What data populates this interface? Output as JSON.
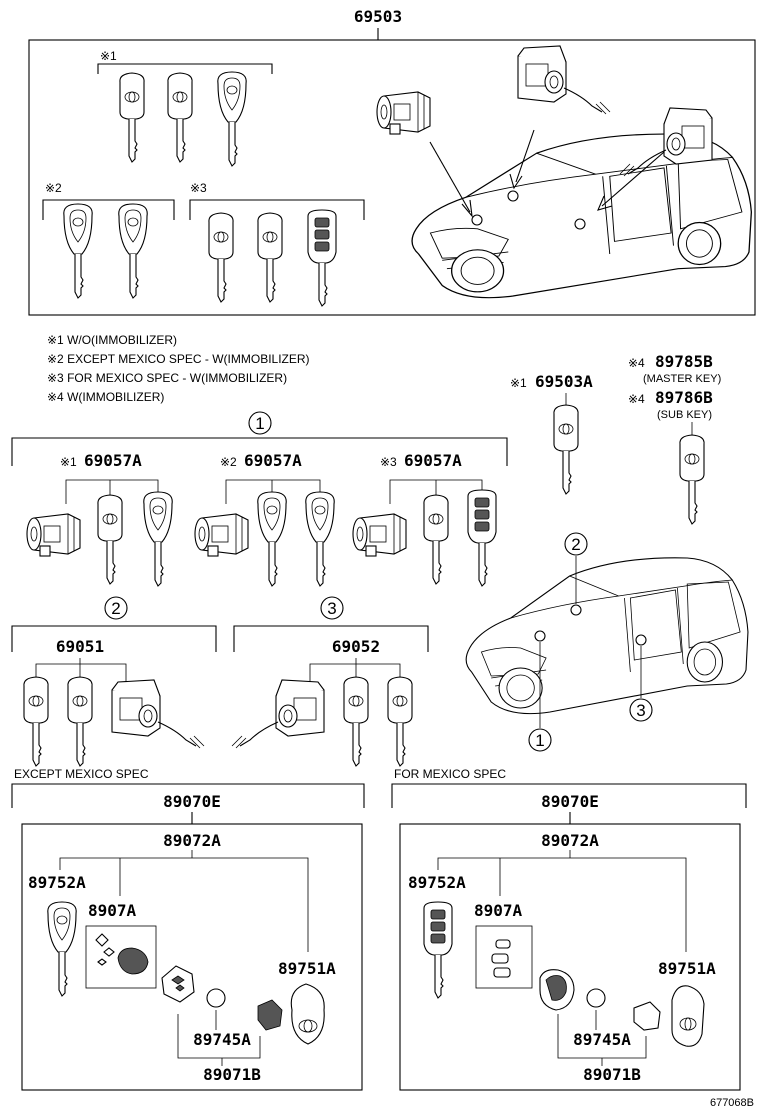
{
  "assembly": {
    "part_number": "69503"
  },
  "group_markers": {
    "m1": "※1",
    "m2": "※2",
    "m3": "※3"
  },
  "notes": [
    "※1 W/O(IMMOBILIZER)",
    "※2 EXCEPT MEXICO SPEC - W(IMMOBILIZER)",
    "※3 FOR MEXICO SPEC - W(IMMOBILIZER)",
    "※4 W(IMMOBILIZER)"
  ],
  "keys_right": {
    "master": {
      "prefix": "※4",
      "part": "89785B",
      "label": "(MASTER KEY)"
    },
    "sub": {
      "prefix": "※4",
      "part": "89786B",
      "label": "(SUB KEY)"
    },
    "blank": {
      "prefix": "※1",
      "part": "69503A"
    }
  },
  "set1": {
    "index": "1",
    "a": {
      "prefix": "※1",
      "part": "69057A"
    },
    "b": {
      "prefix": "※2",
      "part": "69057A"
    },
    "c": {
      "prefix": "※3",
      "part": "69057A"
    }
  },
  "set2": {
    "index": "2",
    "part": "69051"
  },
  "set3": {
    "index": "3",
    "part": "69052"
  },
  "car_callouts": {
    "c1": "1",
    "c2": "2",
    "c3": "3"
  },
  "transmitter_except": {
    "section": "EXCEPT MEXICO SPEC",
    "assembly": "89070E",
    "sub_assembly": "89072A",
    "key": "89752A",
    "board": "8907A",
    "case": "89751A",
    "battery": "89745A",
    "housing": "89071B"
  },
  "transmitter_mexico": {
    "section": "FOR MEXICO SPEC",
    "assembly": "89070E",
    "sub_assembly": "89072A",
    "key": "89752A",
    "board": "8907A",
    "case": "89751A",
    "battery": "89745A",
    "housing": "89071B"
  },
  "illustration_id": "677068B"
}
